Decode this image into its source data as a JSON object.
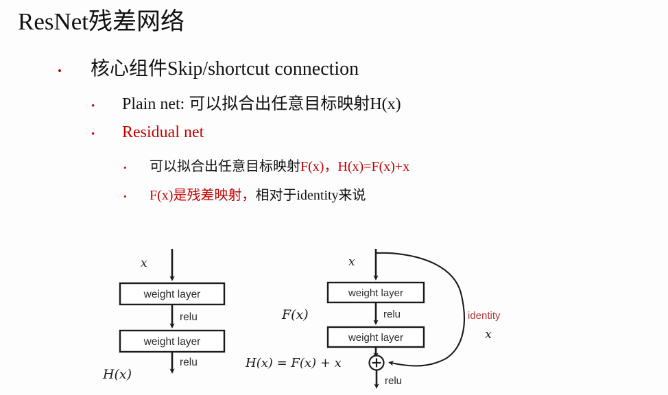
{
  "slide": {
    "title": "ResNet残差网络",
    "background_color": "#fdfdfd",
    "accent_red": "#C00000",
    "text_black": "#111111"
  },
  "bullets": {
    "level1": {
      "marker": "•",
      "text": "核心组件Skip/shortcut connection"
    },
    "level2": [
      {
        "marker": "•",
        "segments": [
          {
            "text": "Plain net: 可以拟合出任意目标映射H(x)",
            "color": "black"
          }
        ]
      },
      {
        "marker": "•",
        "segments": [
          {
            "text": "Residual net",
            "color": "red"
          }
        ]
      }
    ],
    "level3": [
      {
        "marker": "•",
        "segments": [
          {
            "text": "可以拟合出任意目标映射",
            "color": "black"
          },
          {
            "text": "F(x)，H(x)=F(x)+x",
            "color": "red"
          }
        ]
      },
      {
        "marker": "•",
        "segments": [
          {
            "text": "F(x)是残差映射，",
            "color": "red"
          },
          {
            "text": "相对于identity来说",
            "color": "black"
          }
        ]
      }
    ]
  },
  "diagram": {
    "plain_net": {
      "input_label": "x",
      "box1_label": "weight layer",
      "relu1_label": "relu",
      "box2_label": "weight layer",
      "relu2_label": "relu",
      "output_label": "H(x)"
    },
    "residual_net": {
      "input_label": "x",
      "box1_label": "weight layer",
      "relu1_label": "relu",
      "box2_label": "weight layer",
      "function_label": "F(x)",
      "sum_label": "H(x) = F(x) + x",
      "plus_symbol": "+",
      "relu_out_label": "relu",
      "identity_label": "identity",
      "identity_sub_label": "x",
      "identity_color": "#b03a3a"
    }
  }
}
